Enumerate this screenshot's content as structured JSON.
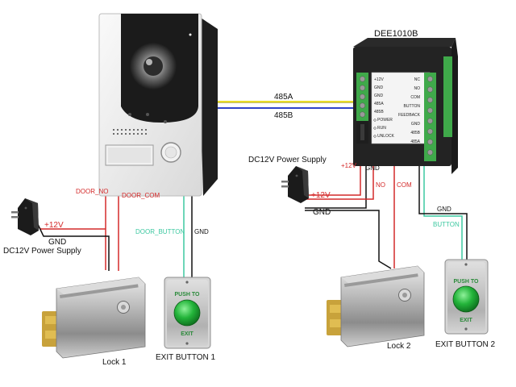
{
  "colors": {
    "red": "#d42a2a",
    "black": "#111111",
    "teal": "#3cc8a0",
    "yellow": "#e8dc2a",
    "blue": "#2f44c8",
    "green_terminal": "#3fa94a"
  },
  "icons": [
    "door-station-device",
    "decoder-module",
    "power-adapter",
    "electric-lock",
    "exit-button"
  ],
  "labels": {
    "decoder_title": "DEE1010B",
    "bus_a": "485A",
    "bus_b": "485B",
    "left_door_no": "DOOR_NO",
    "left_door_com": "DOOR_COM",
    "left_door_button": "DOOR_BUTTON",
    "left_gnd_button": "GND",
    "left_plus12v": "+12V",
    "left_gnd": "GND",
    "left_psu": "DC12V Power Supply",
    "lock1": "Lock 1",
    "exit1": "EXIT BUTTON 1",
    "right_plus12v_top": "+12V",
    "right_gnd_top": "GND",
    "right_psu": "DC12V Power Supply",
    "right_plus12v": "+12V",
    "right_gnd": "GND",
    "right_no": "NO",
    "right_com": "COM",
    "right_gnd_button": "GND",
    "right_button": "BUTTON",
    "lock2": "Lock 2",
    "exit2": "EXIT BUTTON 2",
    "push_to": "PUSH TO",
    "exit_word": "EXIT"
  },
  "decoder_terminals_left": [
    "+12V",
    "GND",
    "GND",
    "485A",
    "485B",
    "POWER",
    "RUN",
    "UNLOCK"
  ],
  "decoder_terminals_right": [
    "NC",
    "NO",
    "COM",
    "BUTTON",
    "FEEDBACK",
    "GND",
    "485B",
    "485A"
  ]
}
